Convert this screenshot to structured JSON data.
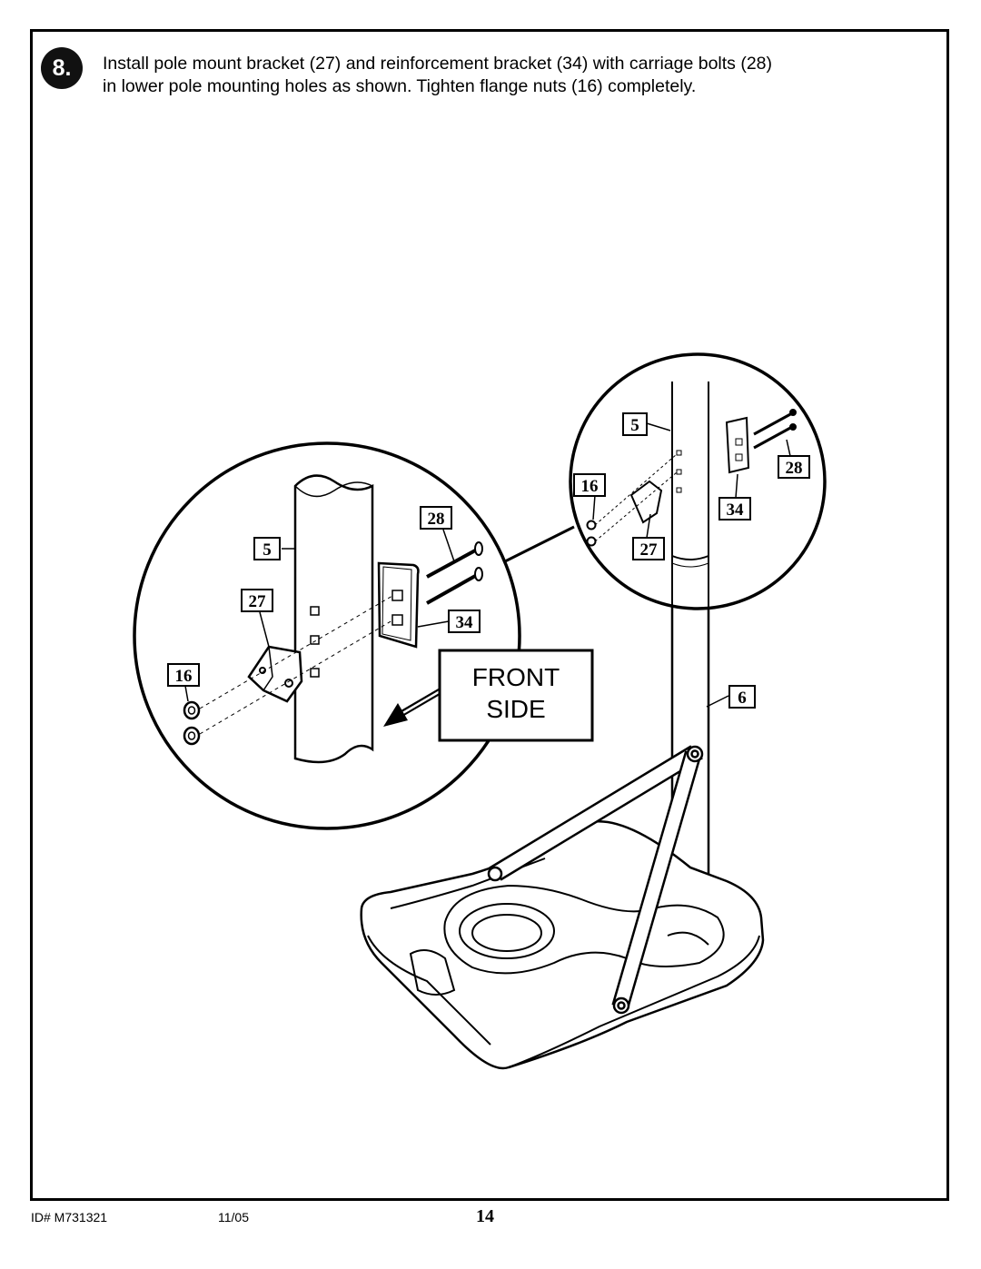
{
  "step": {
    "number": "8.",
    "instruction_line1": "Install pole mount bracket (27) and reinforcement bracket (34) with carriage bolts (28)",
    "instruction_line2": "in lower pole mounting holes as shown. Tighten flange nuts (16) completely."
  },
  "detail_left": {
    "callouts": {
      "pole": "5",
      "bracket": "27",
      "nuts": "16",
      "bolts": "28",
      "reinforcement": "34"
    }
  },
  "detail_right": {
    "callouts": {
      "pole": "5",
      "nuts": "16",
      "bolts": "28",
      "reinforcement": "34",
      "bracket": "27"
    }
  },
  "main_view": {
    "front_side_line1": "FRONT",
    "front_side_line2": "SIDE",
    "callout_pole": "6"
  },
  "footer": {
    "id": "ID#   M731321",
    "date": "11/05",
    "page": "14"
  }
}
